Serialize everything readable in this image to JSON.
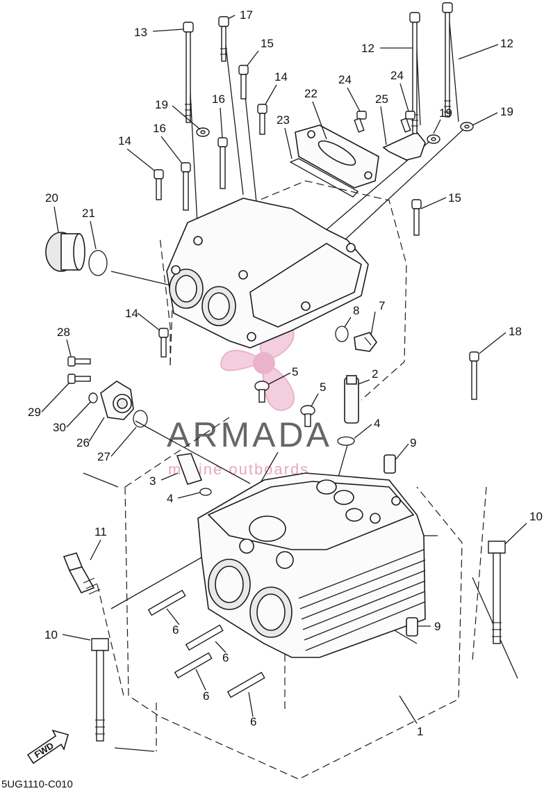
{
  "diagram": {
    "drawing_code": "5UG1110-C010",
    "direction_label": "FWD",
    "watermark": {
      "brand": "ARMADA",
      "tagline": "marine outboards",
      "accent_color": "#e7a6c3",
      "text_color": "#666666"
    },
    "callouts": {
      "c1": "1",
      "c2": "2",
      "c3": "3",
      "c4a": "4",
      "c4b": "4",
      "c5a": "5",
      "c5b": "5",
      "c6a": "6",
      "c6b": "6",
      "c6c": "6",
      "c6d": "6",
      "c7": "7",
      "c8": "8",
      "c9a": "9",
      "c9b": "9",
      "c10a": "10",
      "c10b": "10",
      "c11": "11",
      "c12a": "12",
      "c12b": "12",
      "c13": "13",
      "c14a": "14",
      "c14b": "14",
      "c14c": "14",
      "c15a": "15",
      "c15b": "15",
      "c16a": "16",
      "c16b": "16",
      "c17": "17",
      "c18": "18",
      "c19a": "19",
      "c19b": "19",
      "c19c": "19",
      "c20": "20",
      "c21": "21",
      "c22": "22",
      "c23": "23",
      "c24a": "24",
      "c24b": "24",
      "c25": "25",
      "c26": "26",
      "c27": "27",
      "c28": "28",
      "c29": "29",
      "c30": "30"
    }
  }
}
